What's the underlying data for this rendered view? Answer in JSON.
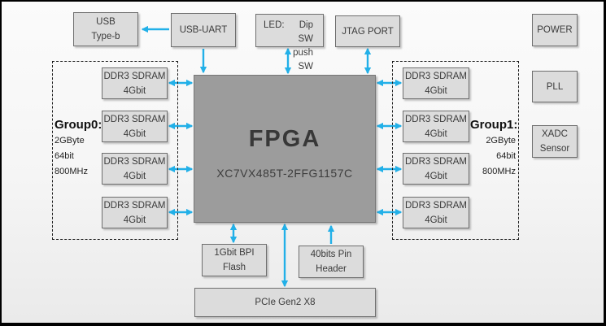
{
  "diagram": {
    "colors": {
      "arrow": "#22b0e8",
      "box_fill": "#dcdcdc",
      "fpga_fill": "#9c9c9c"
    },
    "blocks": {
      "usb_typeb": {
        "line1": "USB",
        "line2": "Type-b"
      },
      "usb_uart": {
        "label": "USB-UART"
      },
      "led": {
        "prefix": "LED:",
        "line1": "Dip SW",
        "line2": "push SW"
      },
      "jtag": {
        "label": "JTAG PORT"
      },
      "power": {
        "label": "POWER"
      },
      "pll": {
        "label": "PLL"
      },
      "xadc": {
        "line1": "XADC",
        "line2": "Sensor"
      },
      "fpga": {
        "title": "FPGA",
        "part": "XC7VX485T-2FFG1157C"
      },
      "bpi_flash": {
        "label": "1Gbit BPI Flash"
      },
      "pin_header": {
        "line1": "40bits Pin",
        "line2": "Header"
      },
      "pcie": {
        "label": "PCIe Gen2 X8"
      }
    },
    "groups": {
      "group0": {
        "label": "Group0:",
        "specs": [
          "2GByte",
          "64bit",
          "800MHz"
        ],
        "modules": [
          {
            "line1": "DDR3 SDRAM",
            "line2": "4Gbit"
          },
          {
            "line1": "DDR3 SDRAM",
            "line2": "4Gbit"
          },
          {
            "line1": "DDR3 SDRAM",
            "line2": "4Gbit"
          },
          {
            "line1": "DDR3 SDRAM",
            "line2": "4Gbit"
          }
        ]
      },
      "group1": {
        "label": "Group1:",
        "specs": [
          "2GByte",
          "64bit",
          "800MHz"
        ],
        "modules": [
          {
            "line1": "DDR3 SDRAM",
            "line2": "4Gbit"
          },
          {
            "line1": "DDR3 SDRAM",
            "line2": "4Gbit"
          },
          {
            "line1": "DDR3 SDRAM",
            "line2": "4Gbit"
          },
          {
            "line1": "DDR3 SDRAM",
            "line2": "4Gbit"
          }
        ]
      }
    }
  }
}
